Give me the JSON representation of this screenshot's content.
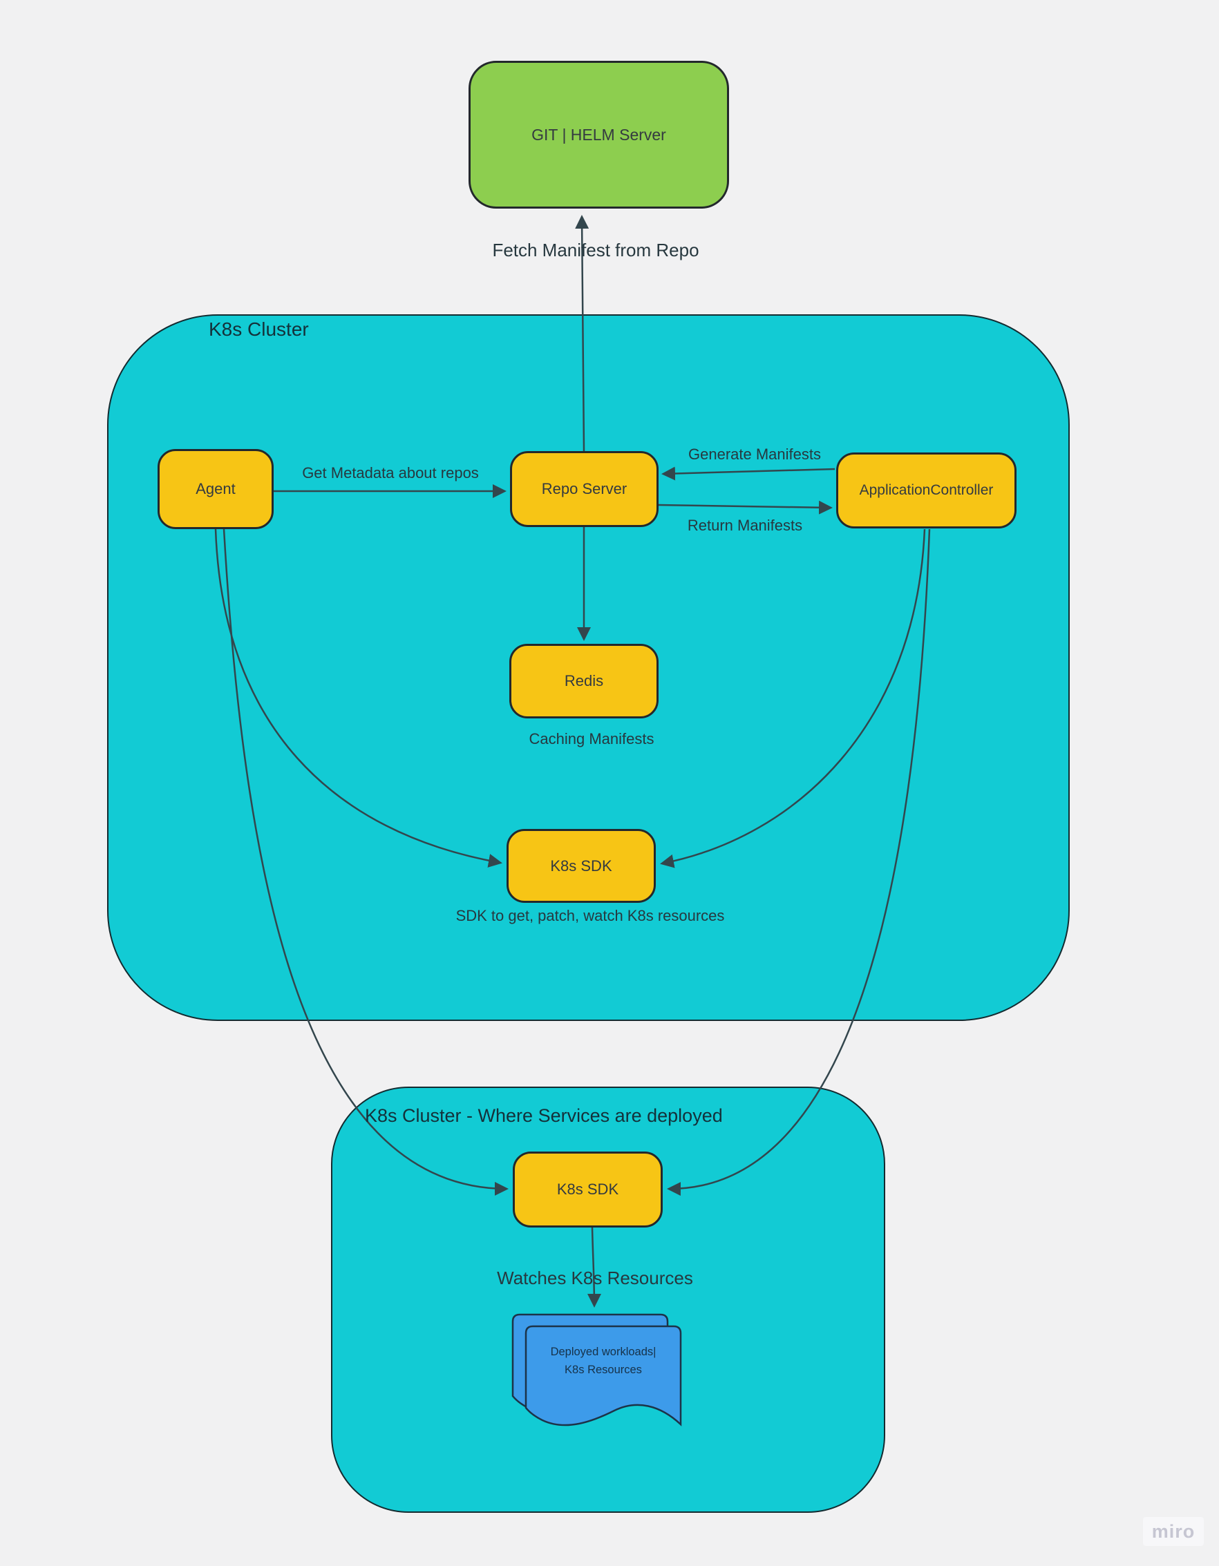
{
  "colors": {
    "bg": "#f1f1f2",
    "teal": "#12cbd4",
    "green": "#8dce4f",
    "yellow": "#f7c515",
    "blue": "#3d9bea",
    "stroke": "#33464d"
  },
  "external": {
    "git_helm_server": "GIT | HELM Server"
  },
  "clusters": {
    "main": {
      "title": "K8s Cluster"
    },
    "services": {
      "title": "K8s Cluster - Where Services are deployed"
    }
  },
  "nodes": {
    "agent": {
      "label": "Agent"
    },
    "repo_server": {
      "label": "Repo Server"
    },
    "application_controller": {
      "label": "ApplicationController"
    },
    "redis": {
      "label": "Redis"
    },
    "k8s_sdk_main": {
      "label": "K8s SDK"
    },
    "k8s_sdk_services": {
      "label": "K8s SDK"
    },
    "deployed_workloads": {
      "line1": "Deployed workloads|",
      "line2": "K8s Resources"
    }
  },
  "edge_labels": {
    "fetch_manifest": "Fetch Manifest from Repo",
    "get_metadata": "Get Metadata about repos",
    "generate_manifests": "Generate Manifests",
    "return_manifests": "Return Manifests",
    "caching_manifests": "Caching Manifests",
    "sdk_caption": "SDK to get, patch, watch K8s resources",
    "watches_resources": "Watches K8s Resources"
  },
  "edges": [
    {
      "from": "repo_server",
      "to": "git_helm_server",
      "label": "Fetch Manifest from Repo"
    },
    {
      "from": "agent",
      "to": "repo_server",
      "label": "Get Metadata about repos"
    },
    {
      "from": "application_controller",
      "to": "repo_server",
      "label": "Generate Manifests"
    },
    {
      "from": "repo_server",
      "to": "application_controller",
      "label": "Return Manifests"
    },
    {
      "from": "repo_server",
      "to": "redis",
      "label": "Caching Manifests"
    },
    {
      "from": "agent",
      "to": "k8s_sdk_main",
      "label": ""
    },
    {
      "from": "application_controller",
      "to": "k8s_sdk_main",
      "label": ""
    },
    {
      "from": "agent",
      "to": "k8s_sdk_services",
      "label": ""
    },
    {
      "from": "application_controller",
      "to": "k8s_sdk_services",
      "label": ""
    },
    {
      "from": "k8s_sdk_services",
      "to": "deployed_workloads",
      "label": "Watches K8s Resources"
    }
  ],
  "watermark": "miro"
}
